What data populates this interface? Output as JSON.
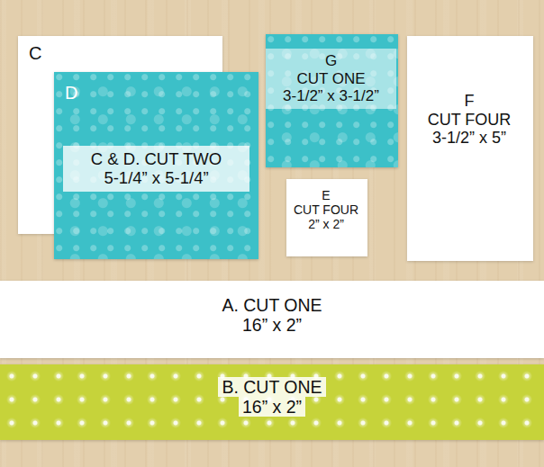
{
  "diagram": {
    "nodes": [
      {
        "text": [
          "C"
        ]
      },
      {
        "text": [
          "D",
          "C & D. CUT TWO 5-1/4” x 5-1/4”"
        ]
      },
      {
        "text": [
          "G CUT ONE 3-1/2” x 3-1/2”"
        ]
      },
      {
        "text": [
          "E CUT FOUR 2” x 2”"
        ]
      },
      {
        "text": [
          "F CUT FOUR 3-1/2” x 5”"
        ]
      },
      {
        "text": [
          "A. CUT ONE 16” x 2”"
        ]
      },
      {
        "text": [
          "B. CUT ONE 16” x 2”"
        ]
      }
    ]
  }
}
